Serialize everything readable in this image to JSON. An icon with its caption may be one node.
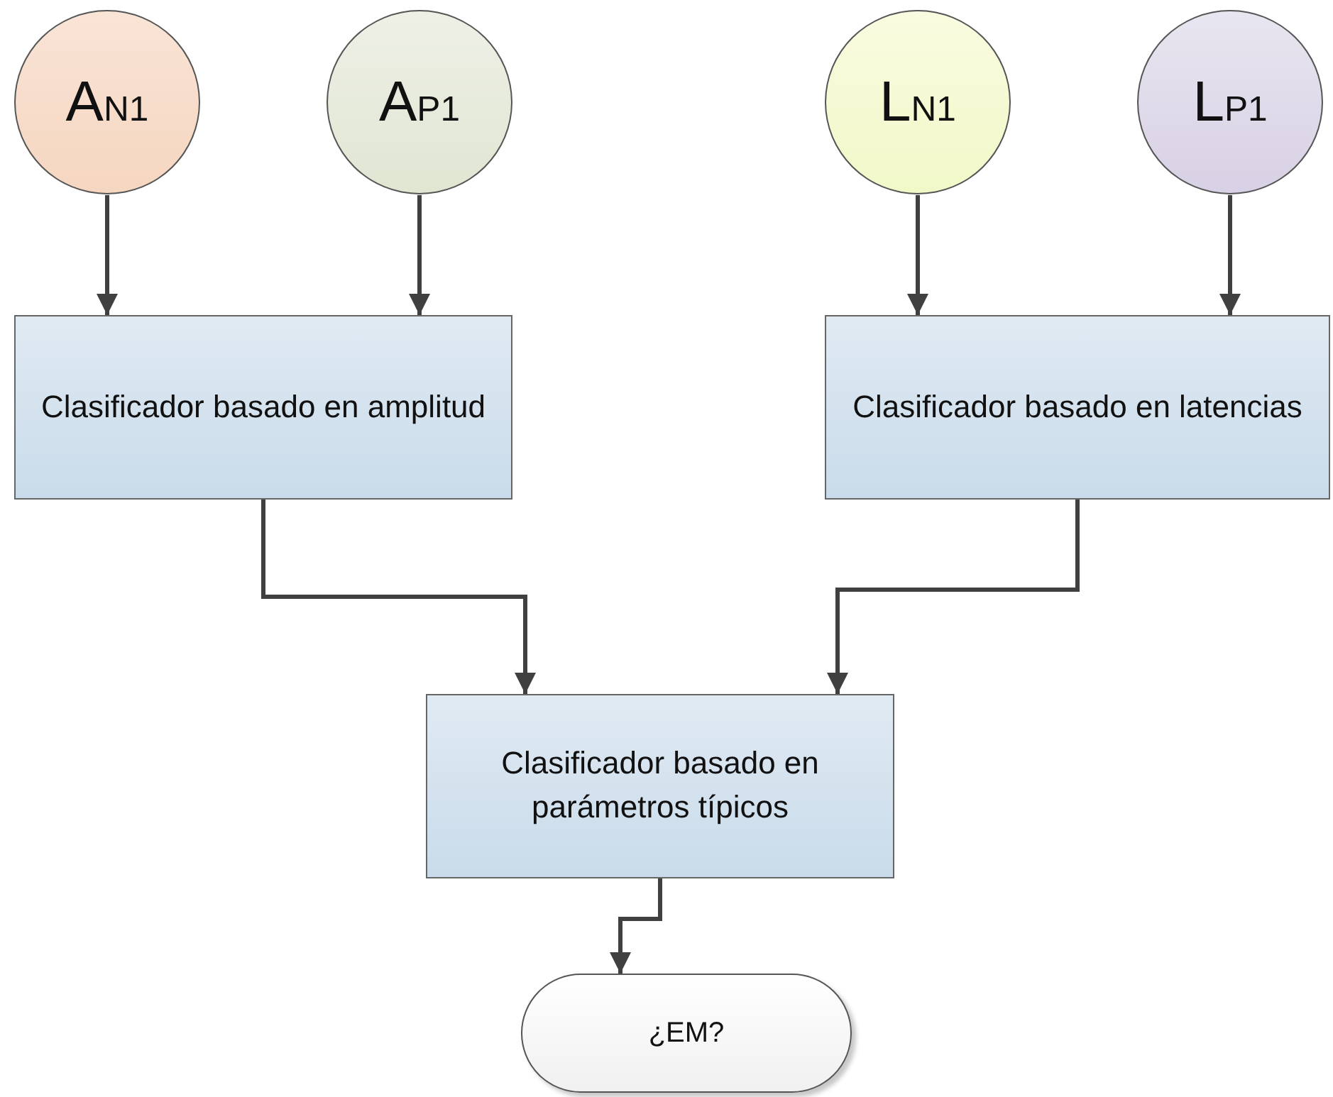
{
  "diagram": {
    "nodes": [
      {
        "text": [
          "A$_{N1}$"
        ]
      },
      {
        "text": [
          "A$_{P1}$"
        ]
      },
      {
        "text": [
          "L$_{N1}$"
        ]
      },
      {
        "text": [
          "L$_{P1}$"
        ]
      },
      {
        "text": [
          "Clasificador basado en amplitud"
        ]
      },
      {
        "text": [
          "Clasificador basado en latencias"
        ]
      },
      {
        "text": [
          "Clasificador basado en parámetros típicos"
        ]
      },
      {
        "text": [
          "¿EM?"
        ]
      }
    ],
    "edges": [
      {
        "from": 0,
        "to": 4,
        "arrow": "to"
      },
      {
        "from": 1,
        "to": 4,
        "arrow": "to"
      },
      {
        "from": 2,
        "to": 5,
        "arrow": "to"
      },
      {
        "from": 3,
        "to": 5,
        "arrow": "to"
      },
      {
        "from": 4,
        "to": 6,
        "arrow": "to"
      },
      {
        "from": 5,
        "to": 6,
        "arrow": "to"
      },
      {
        "from": 6,
        "to": 7,
        "arrow": "to"
      }
    ]
  }
}
